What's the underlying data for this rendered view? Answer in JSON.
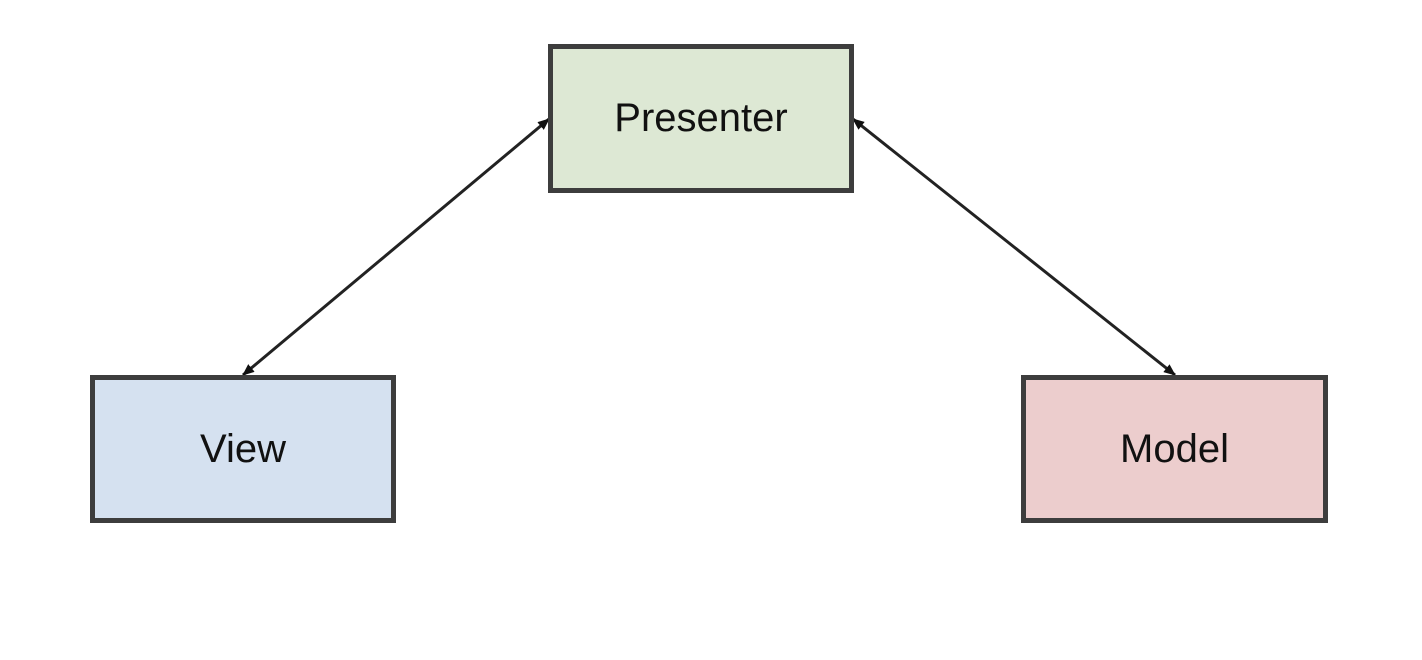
{
  "diagram": {
    "nodes": {
      "presenter": {
        "label": "Presenter",
        "fill": "#dde8d4"
      },
      "view": {
        "label": "View",
        "fill": "#d5e1f0"
      },
      "model": {
        "label": "Model",
        "fill": "#eccdcd"
      }
    },
    "edges": [
      {
        "from": "presenter",
        "to": "view",
        "direction": "both"
      },
      {
        "from": "presenter",
        "to": "model",
        "direction": "both"
      }
    ],
    "colors": {
      "border": "#3d3d3d",
      "connector": "#222222",
      "background": "#ffffff"
    }
  }
}
